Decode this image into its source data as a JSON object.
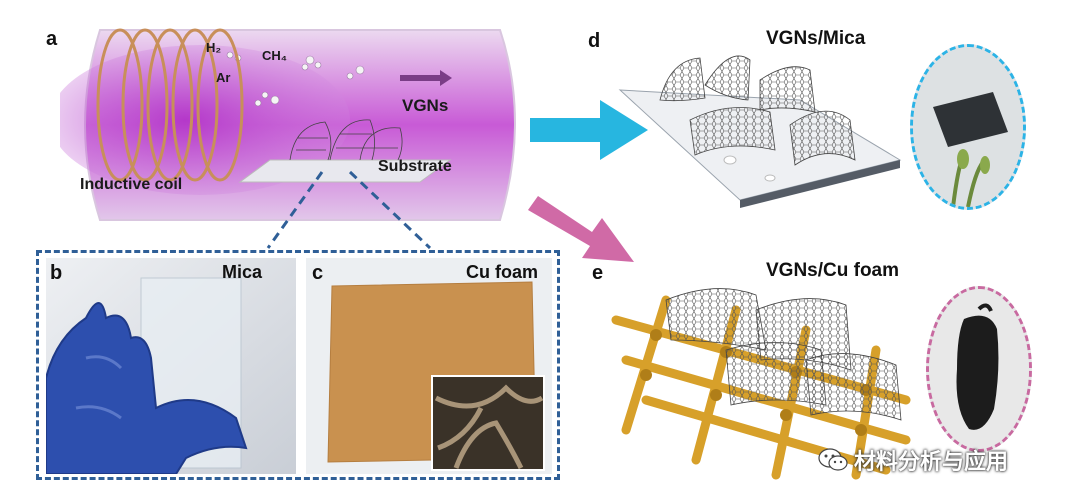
{
  "panels": {
    "a": {
      "letter": "a",
      "inductive_coil": "Inductive coil",
      "h2": "H₂",
      "ch4": "CH₄",
      "ar": "Ar",
      "vgns": "VGNs",
      "substrate": "Substrate"
    },
    "b": {
      "letter": "b",
      "label": "Mica"
    },
    "c": {
      "letter": "c",
      "label": "Cu foam"
    },
    "d": {
      "letter": "d",
      "title": "VGNs/Mica"
    },
    "e": {
      "letter": "e",
      "title": "VGNs/Cu foam"
    }
  },
  "watermark": {
    "text": "材料分析与应用",
    "icon": "wechat-icon"
  },
  "colors": {
    "plasma": "#c85ad6",
    "dashed_blue": "#2f5f97",
    "arrow_cyan": "#27b6e0",
    "arrow_pink": "#d06aa6",
    "circle_cyan": "#2cb3e6",
    "circle_pink": "#c86aa0",
    "copper": "#c9914f",
    "gold": "#d7a02a"
  }
}
